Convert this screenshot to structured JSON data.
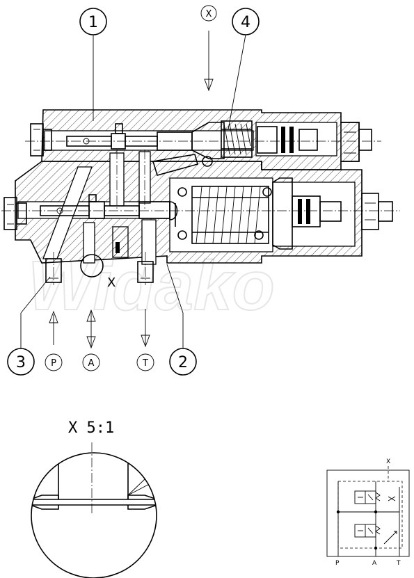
{
  "callouts": {
    "c1": "1",
    "c2": "2",
    "c3": "3",
    "c4": "4"
  },
  "view_marker": "X",
  "detail_label": "X",
  "ports": {
    "p": "P",
    "a": "A",
    "t": "T"
  },
  "detail_title": "X 5:1",
  "symbol": {
    "x": "X",
    "p": "P",
    "a": "A",
    "t": "T"
  },
  "watermark": "Widako"
}
